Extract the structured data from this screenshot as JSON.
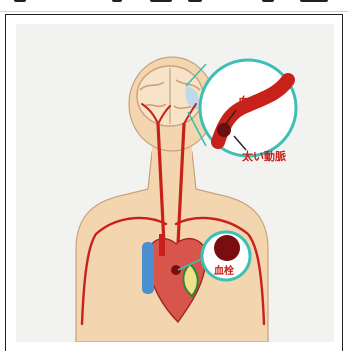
{
  "labels": {
    "brain_clot": "血栓",
    "large_artery": "太い動脈",
    "heart_clot": "血栓"
  },
  "colors": {
    "artery_red": "#c8211a",
    "skin": "#f3d6b0",
    "brain": "#f7e3c8",
    "callout_border": "#3cbfb4",
    "background": "#f2f3f1",
    "vein_blue": "#4a8fd0"
  },
  "icons": {
    "body_figure": "human-upper-body-icon",
    "brain": "brain-icon",
    "heart": "heart-icon",
    "clot": "blood-clot-icon"
  }
}
